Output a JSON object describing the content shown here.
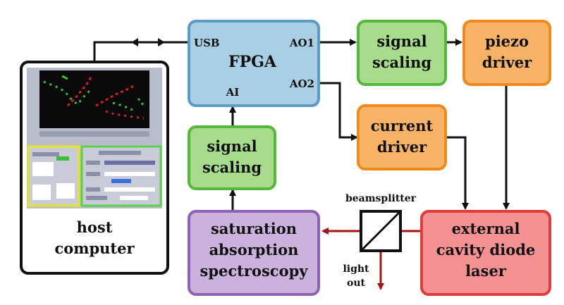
{
  "blocks": {
    "fpga": {
      "label": "FPGA",
      "ports": {
        "usb": "USB",
        "ao1": "AO1",
        "ao2": "AO2",
        "ai": "AI"
      }
    },
    "signal_scaling_top": {
      "lines": [
        "signal",
        "scaling"
      ]
    },
    "piezo_driver": {
      "lines": [
        "piezo",
        "driver"
      ]
    },
    "current_driver": {
      "lines": [
        "current",
        "driver"
      ]
    },
    "signal_scaling_left": {
      "lines": [
        "signal",
        "scaling"
      ]
    },
    "saturation_absorption": {
      "lines": [
        "saturation",
        "absorption",
        "spectroscopy"
      ]
    },
    "laser": {
      "lines": [
        "external",
        "cavity diode",
        "laser"
      ]
    },
    "host_computer": {
      "lines": [
        "host",
        "computer"
      ]
    }
  },
  "labels": {
    "beamsplitter": "beamsplitter",
    "light_out": [
      "light",
      "out"
    ]
  },
  "colors": {
    "fpga_fill": "#a9cfe4",
    "fpga_stroke": "#5b9bc4",
    "green_fill": "#a6dc8c",
    "green_stroke": "#55b83a",
    "orange_fill": "#f9b366",
    "orange_stroke": "#f08a1c",
    "purple_fill": "#cbb2dc",
    "purple_stroke": "#8e63b4",
    "red_fill": "#f49191",
    "red_stroke": "#e03c3c",
    "beam": "#a01616",
    "wire": "#111111"
  }
}
